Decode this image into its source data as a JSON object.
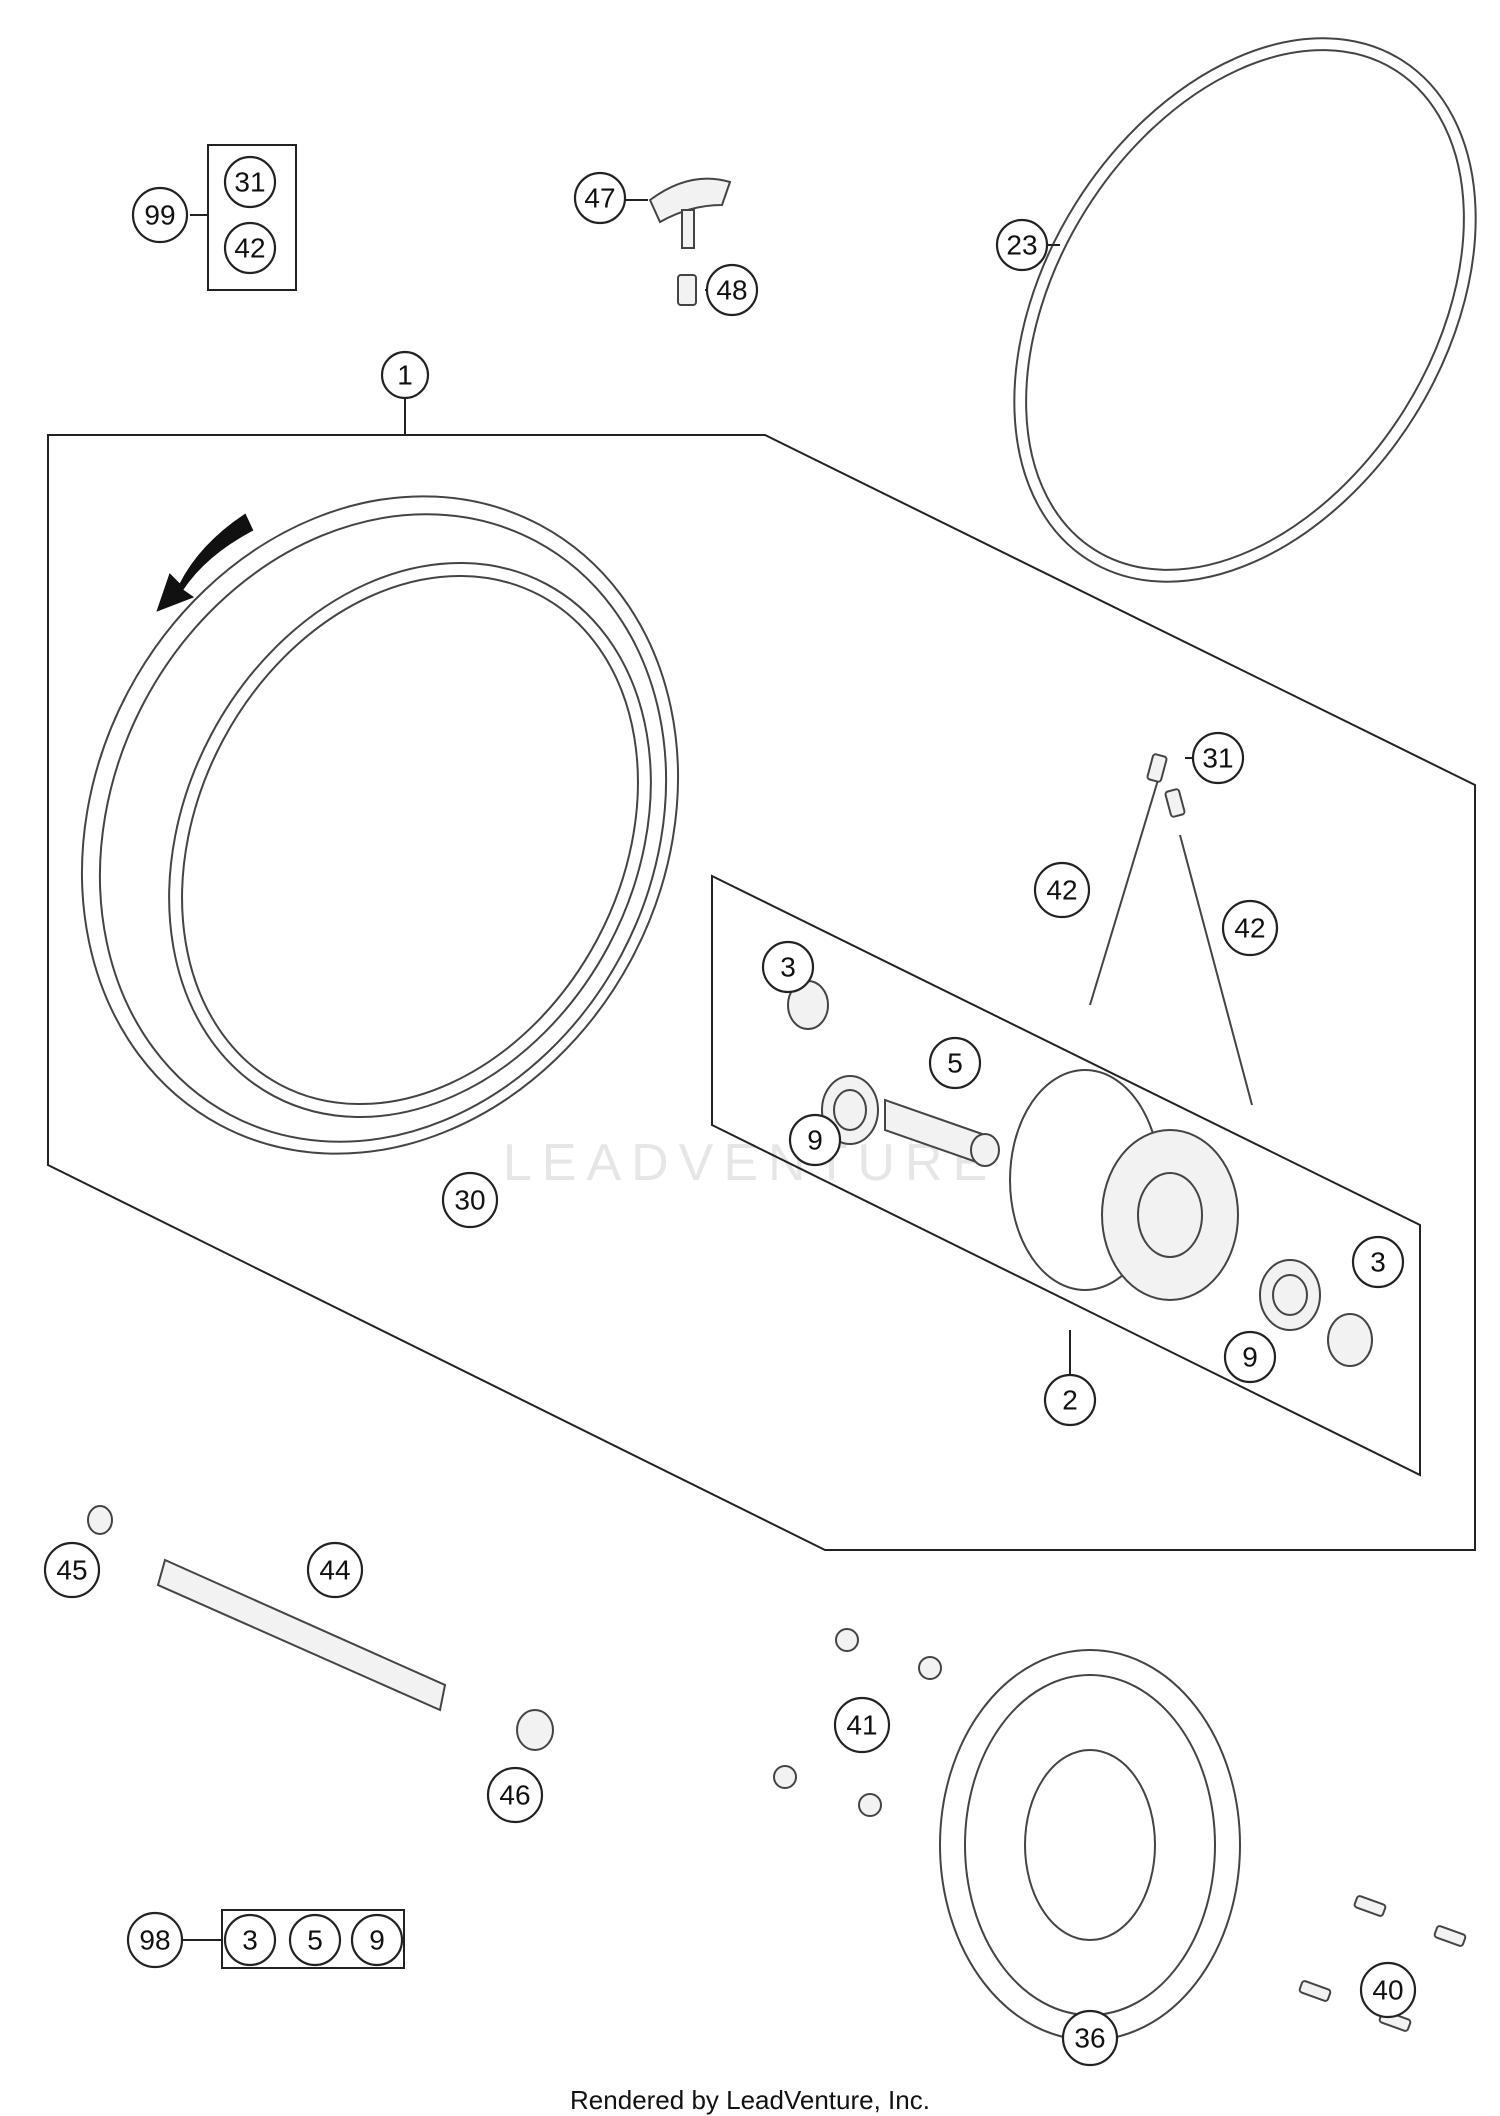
{
  "footer": "Rendered by LeadVenture, Inc.",
  "watermark": "LEADVENTURE",
  "callouts": {
    "c1": "1",
    "c2": "2",
    "c3a": "3",
    "c3b": "3",
    "c5": "5",
    "c9a": "9",
    "c9b": "9",
    "c23": "23",
    "c30": "30",
    "c31a": "31",
    "c31b": "31",
    "c36": "36",
    "c40": "40",
    "c41": "41",
    "c42a": "42",
    "c42b": "42",
    "c42c": "42",
    "c44": "44",
    "c45": "45",
    "c46": "46",
    "c47": "47",
    "c48": "48",
    "c98": "98",
    "c98_3": "3",
    "c98_5": "5",
    "c98_9": "9",
    "c99": "99"
  }
}
